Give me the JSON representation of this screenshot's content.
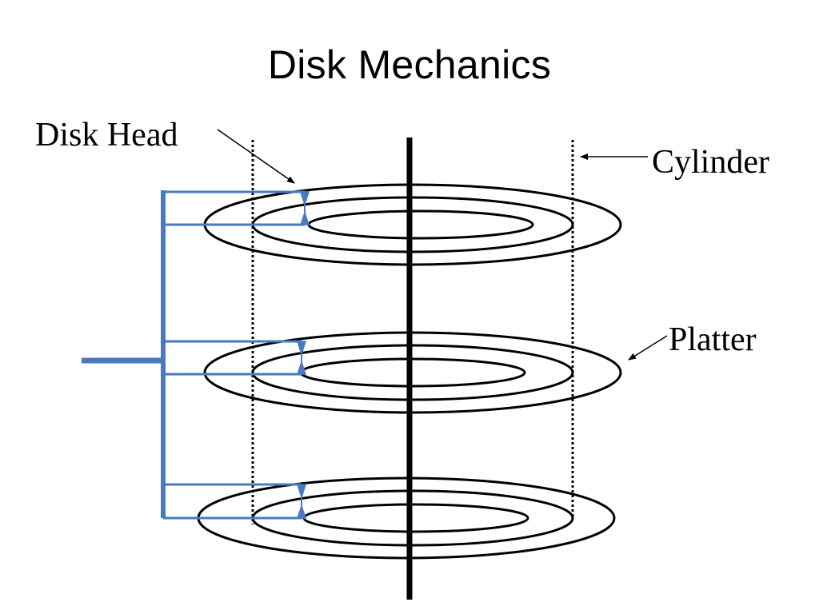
{
  "slide": {
    "title": "Disk Mechanics"
  },
  "labels": {
    "disk_head": "Disk Head",
    "cylinder": "Cylinder",
    "platter": "Platter"
  },
  "colors": {
    "arm": "#4a7abe",
    "platter": "#000000",
    "spindle": "#000000",
    "cylinder_line": "#000000"
  }
}
